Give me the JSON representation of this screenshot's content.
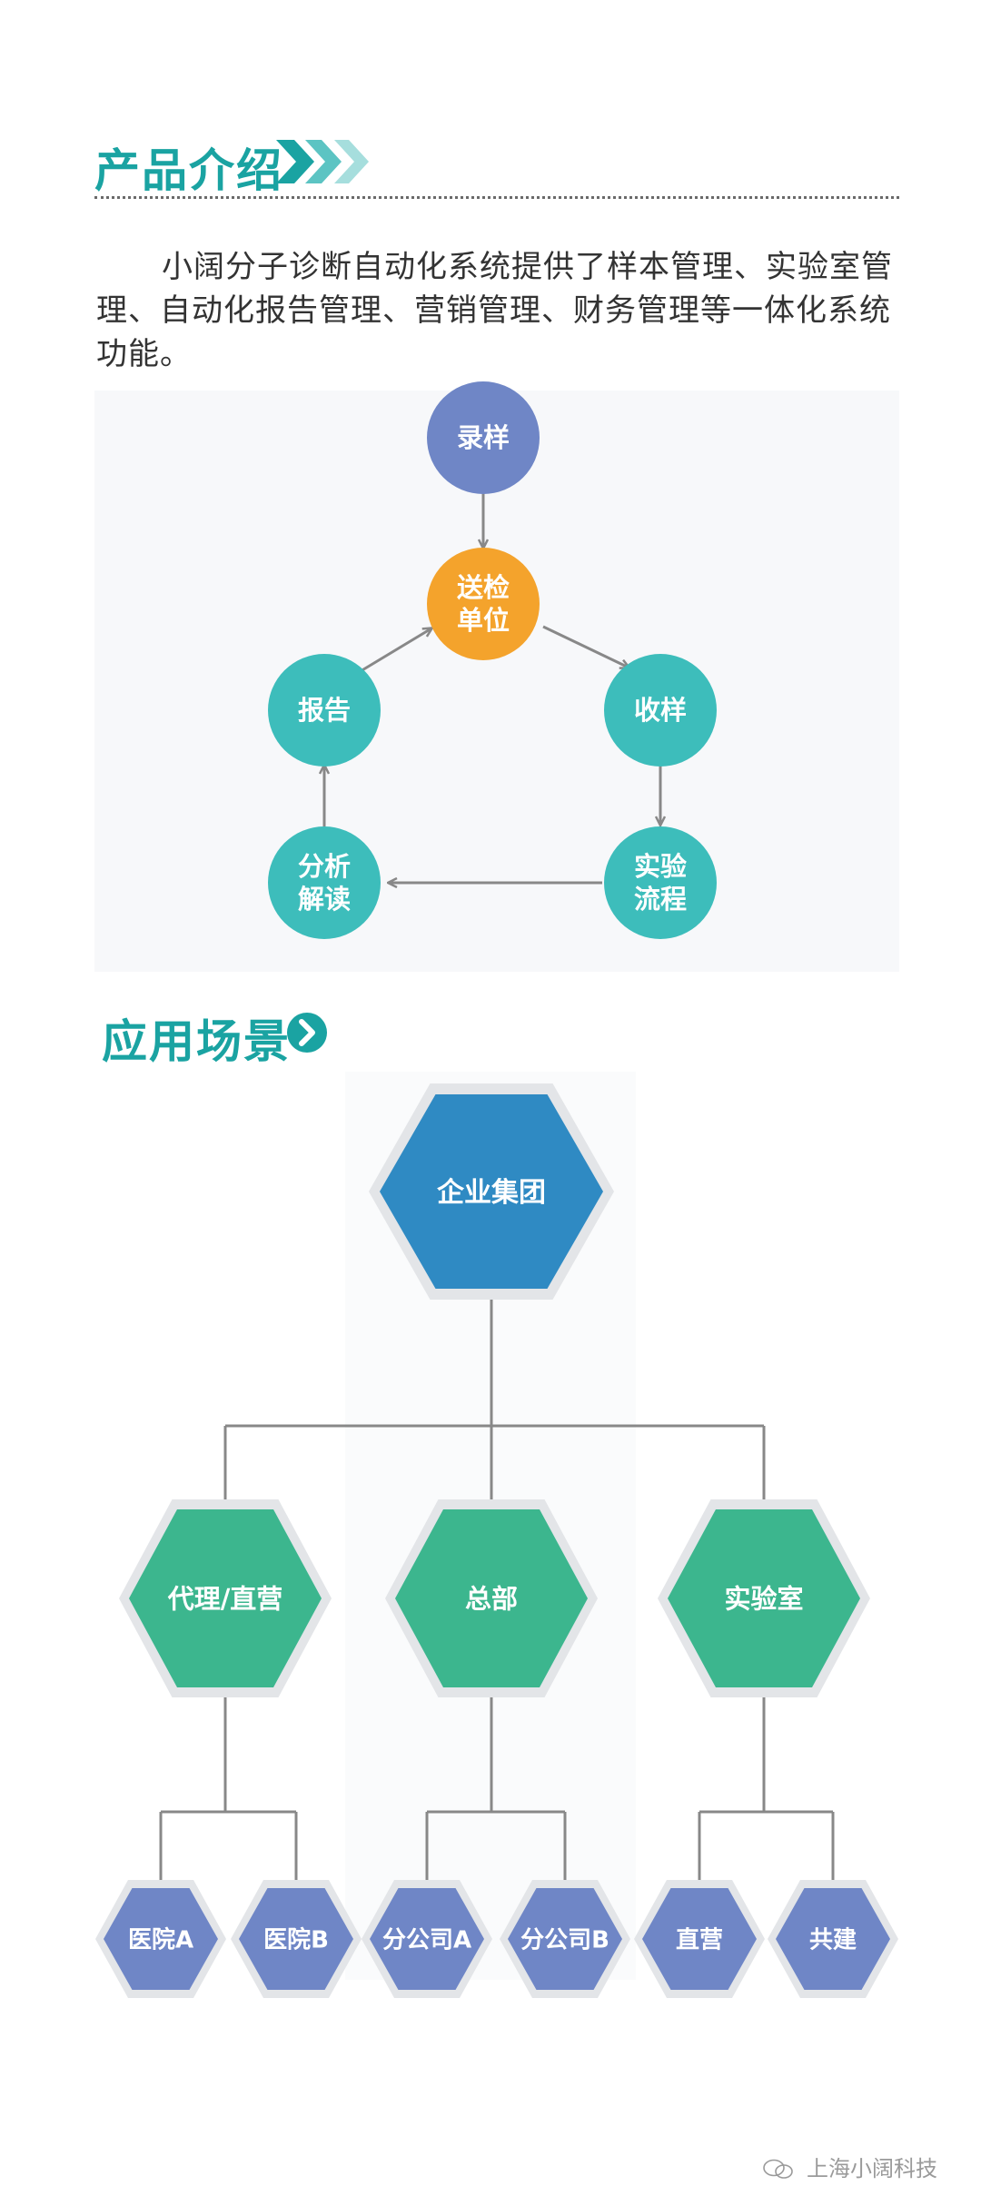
{
  "section1": {
    "title": "产品介绍",
    "intro": "小阔分子诊断自动化系统提供了样本管理、实验室管理、自动化报告管理、营销管理、财务管理等一体化系统功能。"
  },
  "cycle": {
    "nodes": [
      {
        "id": "luyang",
        "lines": [
          "录样"
        ],
        "color": "#6f86c6"
      },
      {
        "id": "songjian",
        "lines": [
          "送检",
          "单位"
        ],
        "color": "#f4a32c"
      },
      {
        "id": "shouyang",
        "lines": [
          "收样"
        ],
        "color": "#3dbdbb"
      },
      {
        "id": "shiyan",
        "lines": [
          "实验",
          "流程"
        ],
        "color": "#3dbdbb"
      },
      {
        "id": "fenxi",
        "lines": [
          "分析",
          "解读"
        ],
        "color": "#3dbdbb"
      },
      {
        "id": "baogao",
        "lines": [
          "报告"
        ],
        "color": "#3dbdbb"
      }
    ]
  },
  "section2": {
    "title": "应用场景"
  },
  "org": {
    "root": {
      "label": "企业集团",
      "color": "#2f8ac3"
    },
    "level2": [
      {
        "label": "代理/直营",
        "color": "#3cb68e"
      },
      {
        "label": "总部",
        "color": "#3cb68e"
      },
      {
        "label": "实验室",
        "color": "#3cb68e"
      }
    ],
    "level3": [
      {
        "label": "医院A",
        "color": "#6f86c6"
      },
      {
        "label": "医院B",
        "color": "#6f86c6"
      },
      {
        "label": "分公司A",
        "color": "#6f86c6"
      },
      {
        "label": "分公司B",
        "color": "#6f86c6"
      },
      {
        "label": "直营",
        "color": "#6f86c6"
      },
      {
        "label": "共建",
        "color": "#6f86c6"
      }
    ]
  },
  "watermark": "上海小阔科技",
  "colors": {
    "accent": "#1aa3a2",
    "hex_border": "#e3e5e8",
    "line": "#888888"
  }
}
